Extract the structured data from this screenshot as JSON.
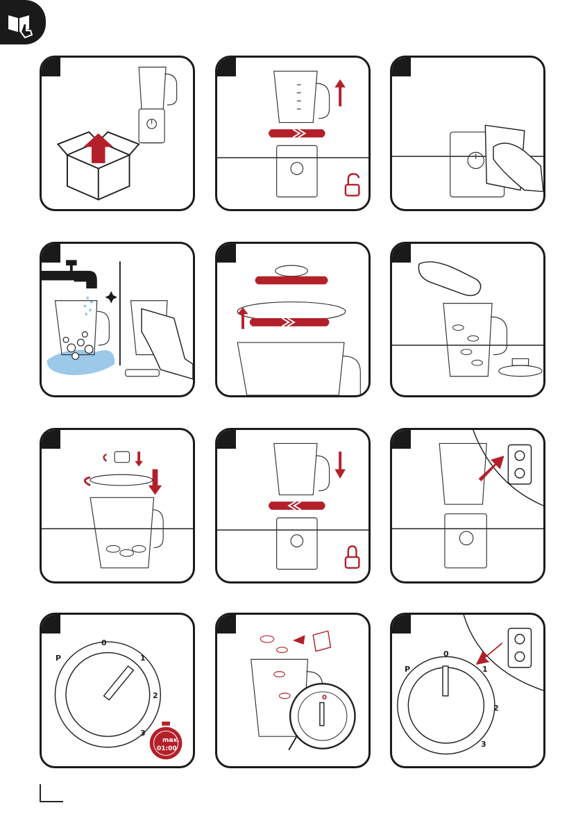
{
  "dial_small": {
    "p": "P",
    "zero": "0",
    "one": "1",
    "two": "2",
    "three": "3"
  },
  "dial_large": {
    "p": "P",
    "zero": "0",
    "one": "1",
    "two": "2",
    "three": "3"
  },
  "timer": {
    "line1": "max.",
    "line2": "01:00"
  },
  "zoom_dial": {
    "zero": "0"
  },
  "colors": {
    "accent": "#b3202a",
    "ink": "#1a1a1a",
    "water": "#9cc8ea"
  },
  "icons": [
    "manual-hand-icon",
    "unlock-icon",
    "lock-icon",
    "stopwatch-icon",
    "outlet-icon"
  ]
}
